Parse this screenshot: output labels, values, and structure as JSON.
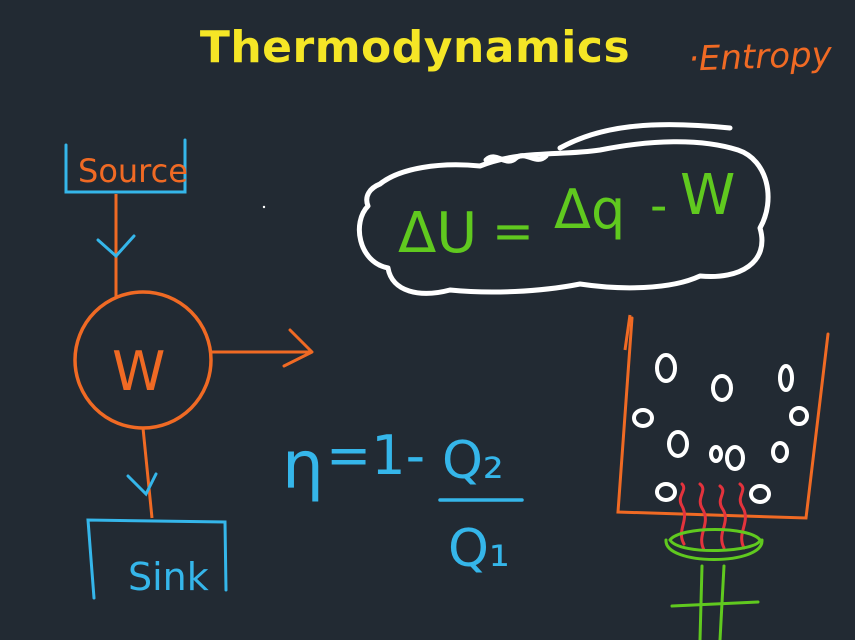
{
  "title": "Thermodynamics",
  "side_note": "·Entropy",
  "engine": {
    "source_label": "Source",
    "work_label": "W",
    "sink_label": "Sink"
  },
  "first_law": {
    "delta_u": "ΔU",
    "equals": "=",
    "delta_q": "Δq",
    "minus": "-",
    "work": "W"
  },
  "efficiency": {
    "eta": "η",
    "lhs": "=1-",
    "numerator": "Q₂",
    "denominator": "Q₁"
  },
  "colors": {
    "background": "#222a33",
    "title": "#f5e626",
    "orange": "#f06a24",
    "blue": "#35b6ea",
    "green": "#60c91f",
    "white": "#ffffff",
    "red": "#e3333d"
  }
}
